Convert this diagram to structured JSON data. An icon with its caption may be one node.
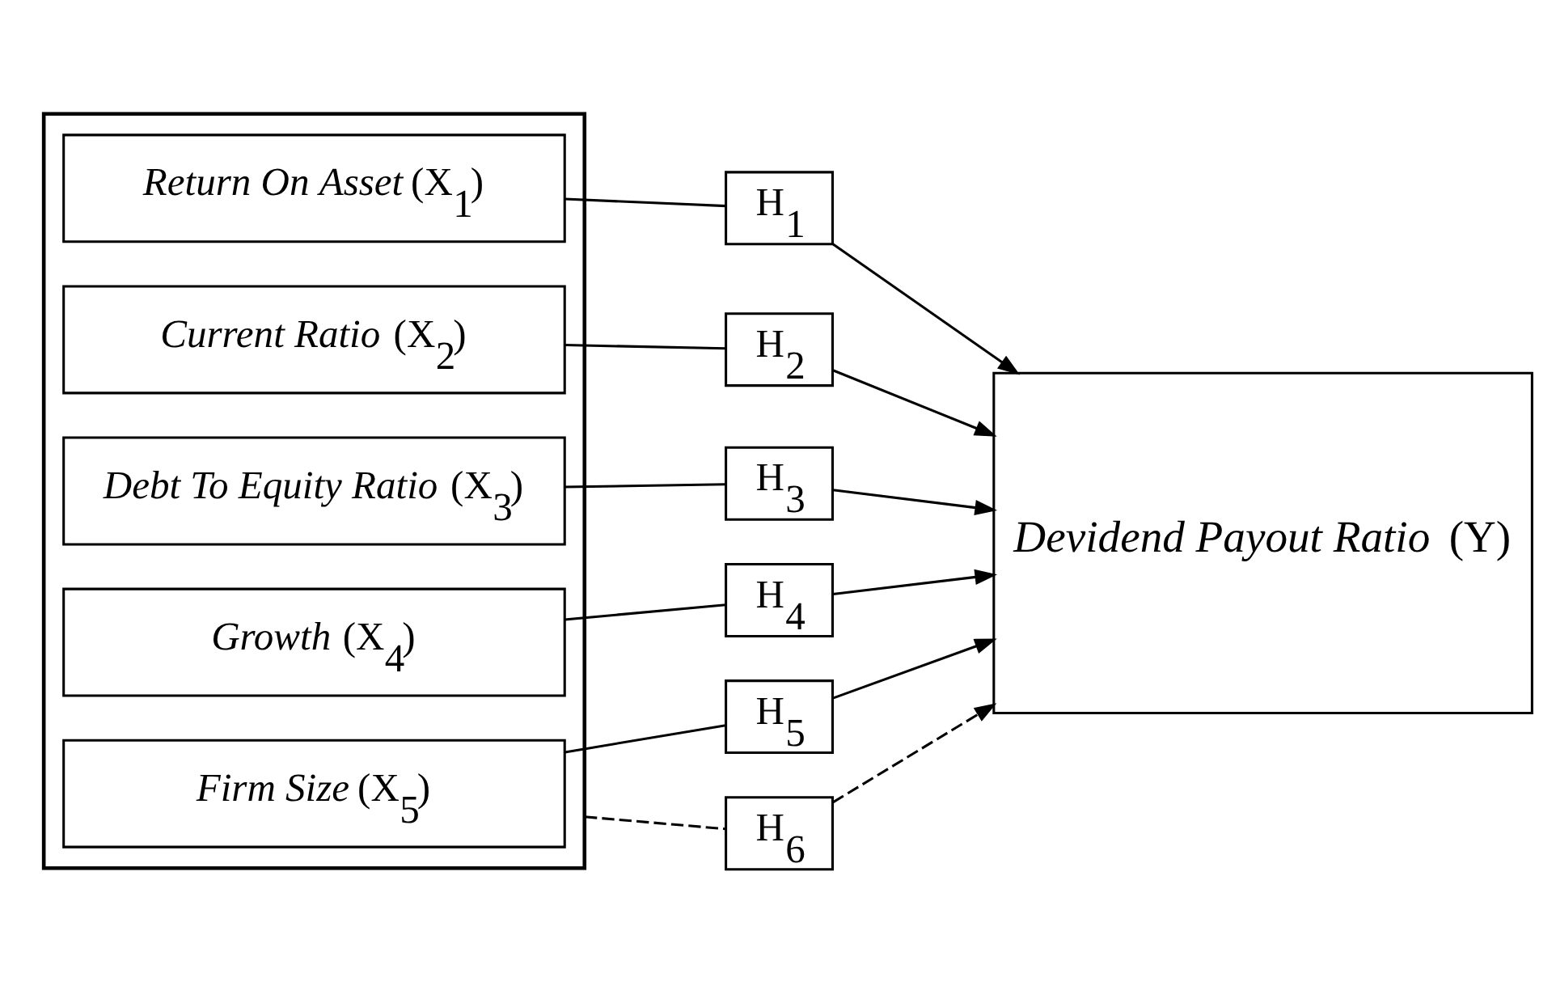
{
  "diagram": {
    "nodes": [
      {
        "text": [],
        "shape": "box"
      },
      {
        "text": [
          "*Return On Asset* (X$_{1}$)"
        ],
        "in": 0
      },
      {
        "text": [
          "*Current Ratio* (X$_{2}$)"
        ],
        "in": 0
      },
      {
        "text": [
          "*Debt To Equity Ratio* (X$_{3}$)"
        ],
        "in": 0
      },
      {
        "text": [
          "*Growth* (X$_{4}$)"
        ],
        "in": 0
      },
      {
        "text": [
          "*Firm Size* (X$_{5}$)"
        ],
        "in": 0
      },
      {
        "text": [
          "H$_{1}$"
        ]
      },
      {
        "text": [
          "H$_{2}$"
        ]
      },
      {
        "text": [
          "H$_{3}$"
        ]
      },
      {
        "text": [
          "H$_{4}$"
        ]
      },
      {
        "text": [
          "H$_{5}$"
        ]
      },
      {
        "text": [
          "*Devidend Payout Ratio* (Y)"
        ]
      },
      {
        "text": [
          "H$_{6}$"
        ]
      }
    ],
    "edges": [
      {
        "from": 1,
        "to": 6,
        "arrow": "none"
      },
      {
        "from": 6,
        "to": 11,
        "arrow": "to"
      },
      {
        "from": 2,
        "to": 7,
        "arrow": "none"
      },
      {
        "from": 7,
        "to": 11,
        "arrow": "to"
      },
      {
        "from": 3,
        "to": 8,
        "arrow": "none"
      },
      {
        "from": 8,
        "to": 11,
        "arrow": "to"
      },
      {
        "from": 4,
        "to": 9,
        "arrow": "none"
      },
      {
        "from": 9,
        "to": 11,
        "arrow": "to"
      },
      {
        "from": 5,
        "to": 10,
        "arrow": "none"
      },
      {
        "from": 10,
        "to": 11,
        "arrow": "to"
      },
      {
        "from": 0,
        "to": 12,
        "arrow": "none",
        "style": "dashed"
      },
      {
        "from": 12,
        "to": 11,
        "arrow": "to",
        "style": "dashed"
      }
    ]
  }
}
